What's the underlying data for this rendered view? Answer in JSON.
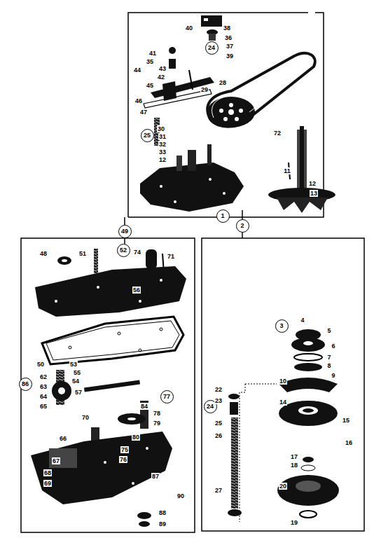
{
  "diagram": {
    "nodes": [
      {
        "text": [
          "24"
        ]
      },
      {
        "text": [
          "25"
        ]
      },
      {
        "text": [
          "1"
        ]
      },
      {
        "text": [
          "2"
        ]
      },
      {
        "text": [
          "49"
        ]
      },
      {
        "text": [
          "52"
        ]
      },
      {
        "text": [
          "86"
        ]
      },
      {
        "text": [
          "77"
        ]
      },
      {
        "text": [
          "3"
        ]
      },
      {
        "text": [
          "24"
        ]
      }
    ],
    "edges": [],
    "labels": [
      "38",
      "36",
      "37",
      "39",
      "40",
      "41",
      "35",
      "43",
      "42",
      "44",
      "45",
      "46",
      "47",
      "30",
      "31",
      "32",
      "33",
      "12",
      "28",
      "29",
      "72",
      "11",
      "12",
      "13",
      "48",
      "51",
      "74",
      "71",
      "56",
      "50",
      "53",
      "55",
      "54",
      "62",
      "63",
      "64",
      "65",
      "57",
      "70",
      "84",
      "78",
      "79",
      "80",
      "66",
      "75",
      "76",
      "67",
      "68",
      "69",
      "87",
      "90",
      "88",
      "89",
      "4",
      "5",
      "6",
      "7",
      "8",
      "9",
      "10",
      "14",
      "15",
      "16",
      "17",
      "18",
      "20",
      "19",
      "22",
      "23",
      "25",
      "26",
      "27"
    ]
  }
}
